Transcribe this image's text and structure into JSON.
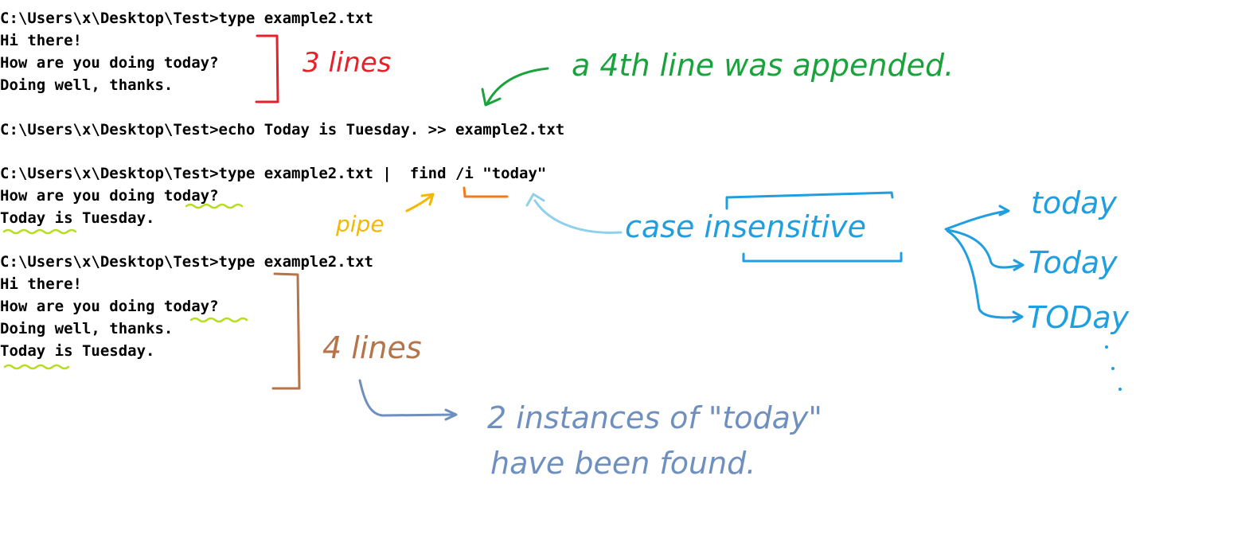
{
  "console": {
    "block1": {
      "command": "C:\\Users\\x\\Desktop\\Test>type example2.txt",
      "output": [
        "Hi there!",
        "How are you doing today?",
        "Doing well, thanks."
      ]
    },
    "block2": {
      "command": "C:\\Users\\x\\Desktop\\Test>echo Today is Tuesday. >> example2.txt"
    },
    "block3": {
      "command": "C:\\Users\\x\\Desktop\\Test>type example2.txt |  find /i \"today\"",
      "output": [
        "How are you doing today?",
        "Today is Tuesday."
      ]
    },
    "block4": {
      "command": "C:\\Users\\x\\Desktop\\Test>type example2.txt",
      "output": [
        "Hi there!",
        "How are you doing today?",
        "Doing well, thanks.",
        "Today is Tuesday."
      ]
    }
  },
  "annotations": {
    "three_lines": "3 lines",
    "fourth_line": "a 4th line was appended.",
    "pipe": "pipe",
    "case_insensitive": "case insensitive",
    "variants": [
      "today",
      "Today",
      "TODay"
    ],
    "four_lines": "4 lines",
    "instances_line1": "2 instances of \"today\"",
    "instances_line2": "have been found."
  },
  "colors": {
    "text": "#000000",
    "red": "#e8202a",
    "green": "#1aa33c",
    "orange": "#f07a22",
    "yellow": "#f5b800",
    "blue": "#1f9ee0",
    "light_blue": "#8fd0ea",
    "brown": "#b5744a",
    "slate": "#6f8fbf",
    "underline_green": "#b7dd20"
  }
}
